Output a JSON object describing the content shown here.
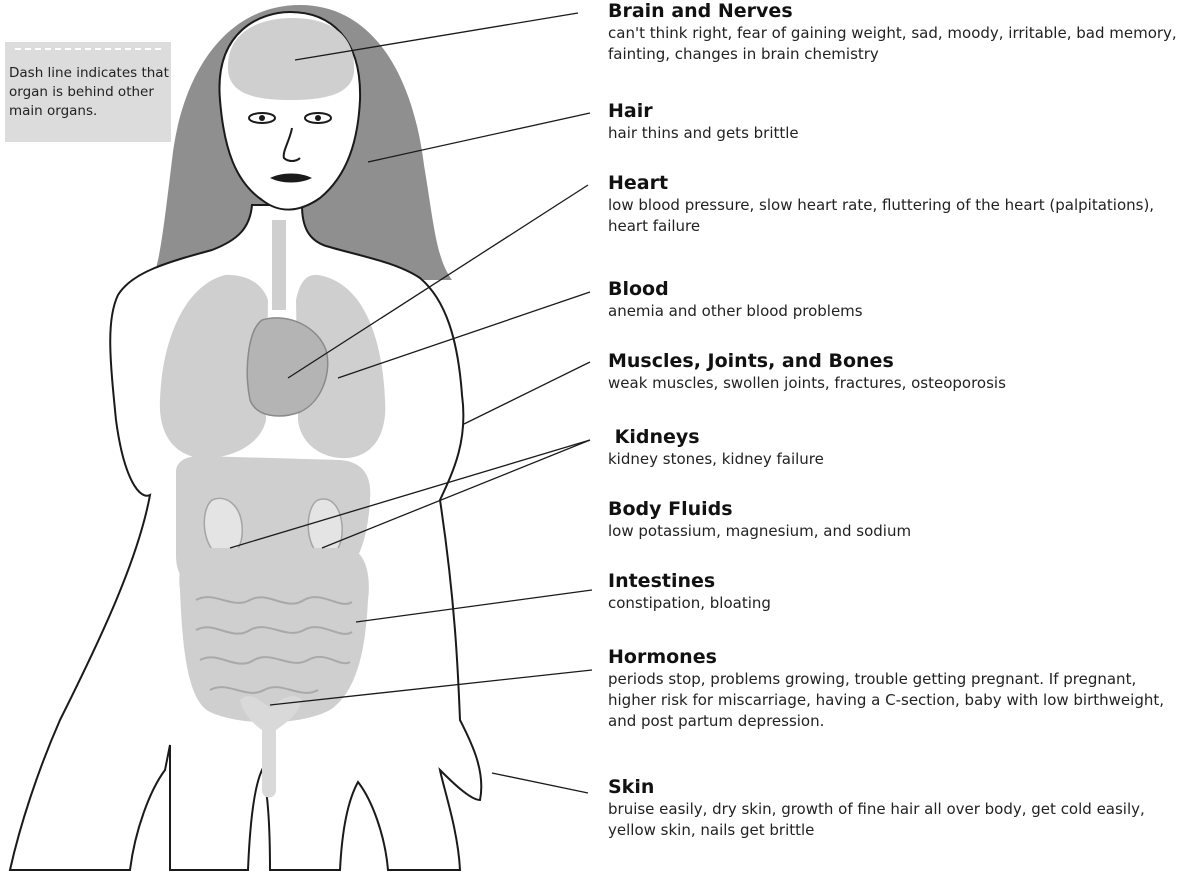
{
  "legend": {
    "text": "Dash line indicates that organ is behind other main organs."
  },
  "organs": [
    {
      "title": "Brain and Nerves",
      "desc": "can't think right, fear of gaining weight, sad, moody, irritable, bad memory, fainting, changes in brain chemistry"
    },
    {
      "title": "Hair",
      "desc": "hair thins and gets brittle"
    },
    {
      "title": "Heart",
      "desc": "low blood pressure, slow heart rate, fluttering of the heart (palpitations), heart failure"
    },
    {
      "title": "Blood",
      "desc": "anemia and other blood problems"
    },
    {
      "title": "Muscles, Joints, and Bones",
      "desc": "weak muscles, swollen joints, fractures, osteoporosis"
    },
    {
      "title": " Kidneys",
      "desc": "kidney stones, kidney failure"
    },
    {
      "title": "Body Fluids",
      "desc": "low potassium, magnesium, and sodium"
    },
    {
      "title": "Intestines",
      "desc": "constipation, bloating"
    },
    {
      "title": "Hormones",
      "desc": "periods stop, problems growing, trouble getting pregnant. If pregnant, higher risk for miscarriage, having a C-section, baby with low birthweight, and post partum depression."
    },
    {
      "title": "Skin",
      "desc": "bruise easily, dry skin, growth of fine hair all over body, get cold easily, yellow skin, nails get brittle"
    }
  ],
  "colors": {
    "hair": "#8f8f8f",
    "organ": "#cfcfcf",
    "organ_dark": "#b4b4b4",
    "outline": "#1a1a1a",
    "legend_bg": "#dcdcdc"
  }
}
